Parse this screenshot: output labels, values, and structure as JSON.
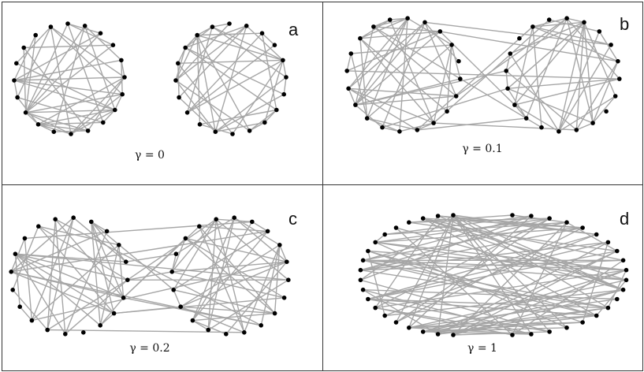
{
  "figure": {
    "panels": [
      {
        "letter": "a",
        "caption": "γ = 0",
        "gamma": 0,
        "shape": "separate"
      },
      {
        "letter": "b",
        "caption": "γ = 0.1",
        "gamma": 0.1,
        "shape": "touching"
      },
      {
        "letter": "c",
        "caption": "γ = 0.2",
        "gamma": 0.2,
        "shape": "overlapping"
      },
      {
        "letter": "d",
        "caption": "γ = 1",
        "gamma": 1,
        "shape": "mixed"
      }
    ],
    "nodes_per_community": 20,
    "colors": {
      "edge": "#a6a6a6",
      "node": "#000000",
      "border": "#333333",
      "text": "#111111"
    }
  }
}
